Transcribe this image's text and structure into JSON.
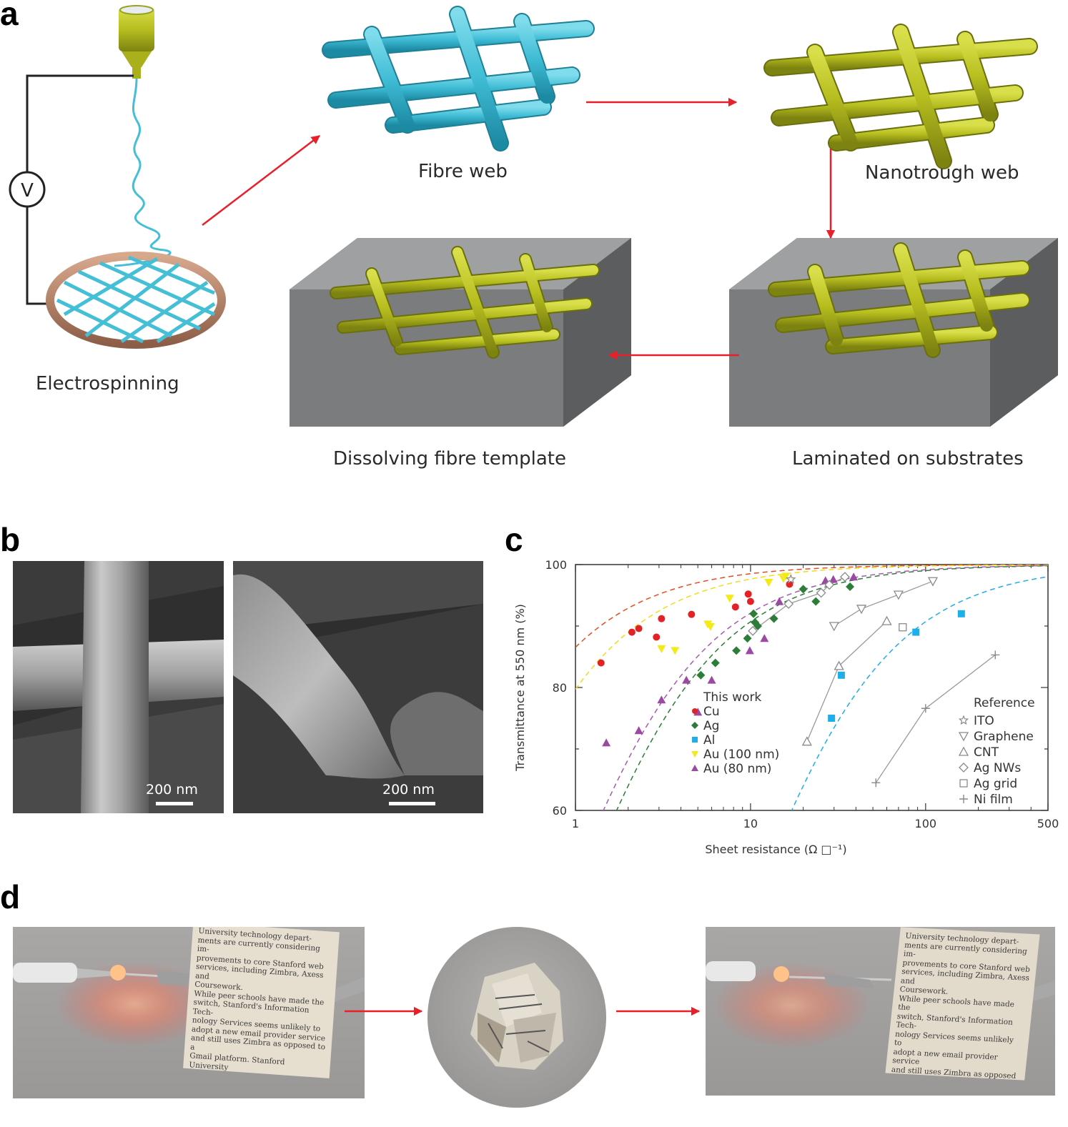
{
  "panels": {
    "a": "a",
    "b": "b",
    "c": "c",
    "d": "d"
  },
  "panel_a": {
    "labels": {
      "electrospinning": "Electrospinning",
      "fibre_web": "Fibre web",
      "nanotrough_web": "Nanotrough web",
      "laminated": "Laminated on substrates",
      "dissolving": "Dissolving fibre template"
    },
    "voltmeter": "V",
    "colors": {
      "fibre": "#44bfd6",
      "metal": "#b7be1f",
      "arrow": "#e8202a",
      "substrate": "#8a8b8d"
    }
  },
  "panel_b": {
    "scalebar_left": "200 nm",
    "scalebar_right": "200 nm"
  },
  "chart_data": {
    "type": "scatter",
    "title": "",
    "xlabel": "Sheet resistance (Ω □⁻¹)",
    "ylabel": "Transmittance at 550 nm (%)",
    "xscale": "log",
    "xlim": [
      1,
      500
    ],
    "ylim": [
      60,
      100
    ],
    "x_ticks": [
      "1",
      "10",
      "100",
      "500"
    ],
    "y_ticks": [
      "60",
      "80",
      "100"
    ],
    "legend_this_work_title": "This work",
    "legend_reference_title": "Reference",
    "series": [
      {
        "name": "Cu",
        "group": "this_work",
        "marker": "circle",
        "color": "#e32227",
        "x": [
          1.4,
          2.1,
          2.3,
          2.9,
          3.1,
          4.6,
          8.2,
          9.7,
          10,
          16.7
        ],
        "y": [
          84,
          89,
          89.6,
          88.2,
          91.2,
          91.9,
          93.1,
          95.2,
          94,
          96.8
        ],
        "fit_color": "#e84a23"
      },
      {
        "name": "Ag",
        "group": "this_work",
        "marker": "diamond",
        "color": "#2b7d37",
        "x": [
          5.2,
          6.3,
          8.3,
          9.6,
          10.4,
          10.6,
          11,
          13.6,
          20,
          23.6,
          37
        ],
        "y": [
          82,
          84,
          86,
          88,
          92,
          90.6,
          90,
          91.2,
          96,
          94,
          96.4
        ],
        "fit_color": "#2b7d37"
      },
      {
        "name": "Al",
        "group": "this_work",
        "marker": "square",
        "color": "#1eaee8",
        "x": [
          29,
          33,
          88,
          160
        ],
        "y": [
          75,
          82,
          89,
          92
        ],
        "fit_color": "#1eaee8"
      },
      {
        "name": "Au (100 nm)",
        "group": "this_work",
        "marker": "triangle-down",
        "color": "#f4ea18",
        "x": [
          3.1,
          3.7,
          5.7,
          5.9,
          7.6,
          12.7,
          15.4,
          15.9
        ],
        "y": [
          86.3,
          86.0,
          90.3,
          89.9,
          94.5,
          97.1,
          97.7,
          98.1
        ],
        "fit_color": "#f0dc17"
      },
      {
        "name": "Au (80 nm)",
        "group": "this_work",
        "marker": "triangle-up",
        "color": "#9b4aa3",
        "x": [
          1.5,
          2.3,
          3.1,
          4.3,
          5.0,
          6.0,
          9.9,
          12.0,
          14.6,
          26.8,
          29.7,
          38.8
        ],
        "y": [
          71,
          73,
          78,
          81.2,
          76,
          81.2,
          86,
          88,
          94,
          97.4,
          97.6,
          98
        ],
        "fit_color": "#a45ab0"
      },
      {
        "name": "ITO",
        "group": "reference",
        "marker": "star",
        "color": "#8a8a8a",
        "x": [
          17
        ],
        "y": [
          97.6
        ]
      },
      {
        "name": "Graphene",
        "group": "reference",
        "marker": "triangle-down-open",
        "color": "#8a8a8a",
        "x": [
          30,
          43,
          70,
          110
        ],
        "y": [
          90,
          92.8,
          95.1,
          97.3
        ]
      },
      {
        "name": "CNT",
        "group": "reference",
        "marker": "triangle-up-open",
        "color": "#8a8a8a",
        "x": [
          21,
          32,
          60
        ],
        "y": [
          71.2,
          83.5,
          90.8
        ]
      },
      {
        "name": "Ag NWs",
        "group": "reference",
        "marker": "diamond-open",
        "color": "#8a8a8a",
        "x": [
          10.3,
          16.5,
          25.3,
          28.2,
          34.6
        ],
        "y": [
          89.2,
          93.6,
          95.4,
          96.7,
          98
        ]
      },
      {
        "name": "Ag grid",
        "group": "reference",
        "marker": "square-open",
        "color": "#8a8a8a",
        "x": [
          74
        ],
        "y": [
          89.8
        ]
      },
      {
        "name": "Ni film",
        "group": "reference",
        "marker": "plus",
        "color": "#8a8a8a",
        "x": [
          52,
          100,
          250
        ],
        "y": [
          64.5,
          76.6,
          85.3
        ]
      }
    ]
  },
  "panel_d": {
    "newsprint_text": "University technology depart-\nments are currently considering im-\nprovements to core Stanford web\nservices, including Zimbra, Axess and\nCoursework.\n   While peer schools have made the\nswitch, Stanford's Information Tech-\nnology Services seems unlikely to\nadopt a new email provider service\nand still uses Zimbra as opposed to a\nGmail platform. Stanford University\nLibraries & Academic Information\nResources (SULAIR), on the other\nhand, is working to develop a central-\nized online portal for student needs,\nwhich would include the needs cur-\nrently addressed through Axess and\nCoursework."
  }
}
